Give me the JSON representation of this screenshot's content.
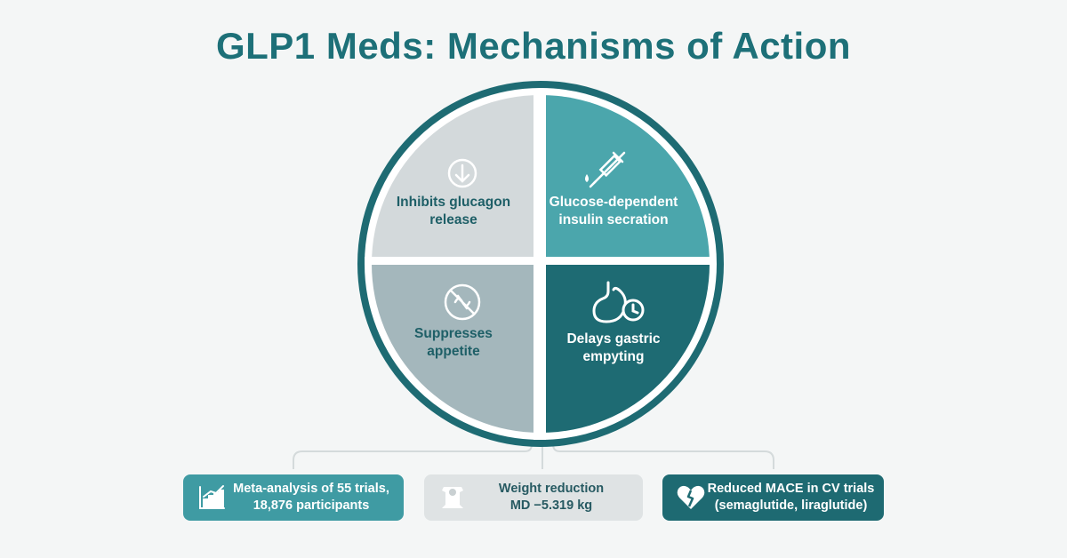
{
  "title": "GLP1 Meds: Mechanisms of Action",
  "quadrants": [
    {
      "label_line1": "Inhibits glucagon",
      "label_line2": "release",
      "icon": "down-arrow-circle-icon",
      "color": "#d3d9db"
    },
    {
      "label_line1": "Glucose-dependent",
      "label_line2": "insulin secration",
      "icon": "syringe-icon",
      "color": "#4ba6ac"
    },
    {
      "label_line1": "Suppresses",
      "label_line2": "appetite",
      "icon": "no-food-icon",
      "color": "#a4b7bc"
    },
    {
      "label_line1": "Delays gastric",
      "label_line2": "empyting",
      "icon": "stomach-clock-icon",
      "color": "#1e6b73"
    }
  ],
  "cards": [
    {
      "line1": "Meta-analysis of 55 trials,",
      "line2": "18,876 participants",
      "icon": "bar-chart-icon",
      "color": "#3f9ba3"
    },
    {
      "line1": "Weight reduction",
      "line2": "MD −5.319 kg",
      "icon": "scale-icon",
      "color": "#dfe3e4"
    },
    {
      "line1": "Reduced MACE in CV trials",
      "line2": "(semaglutide, liraglutide)",
      "icon": "broken-heart-icon",
      "color": "#1e6a72"
    }
  ],
  "colors": {
    "title": "#1d7078",
    "ring": "#1e6b73",
    "background": "#f4f6f6"
  }
}
